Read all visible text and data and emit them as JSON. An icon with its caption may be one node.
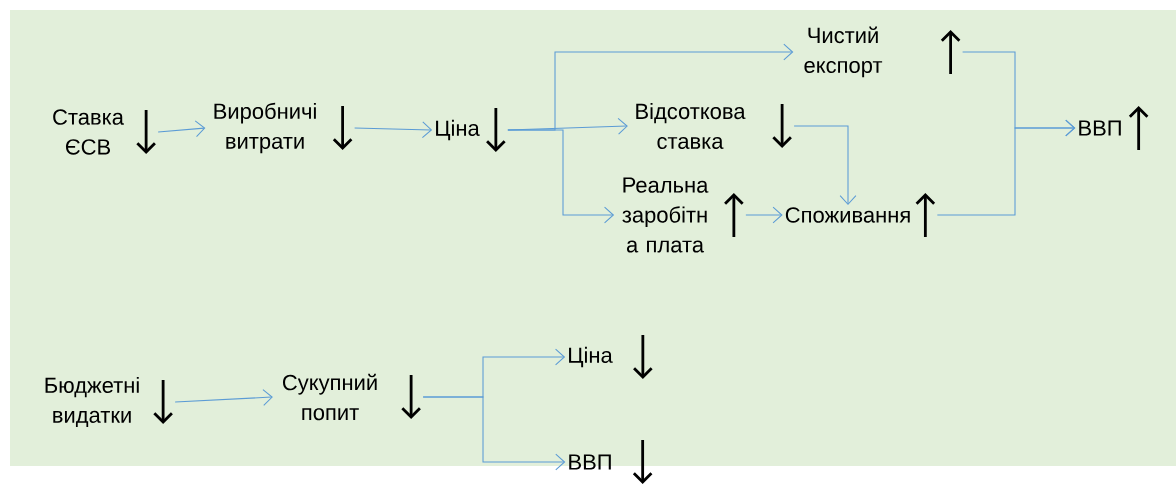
{
  "diagram": {
    "nodes": [
      {
        "text": [
          "Ставка ЄСВ"
        ]
      },
      {
        "text": [
          "Виробничі витрати"
        ]
      },
      {
        "text": [
          "Ціна"
        ]
      },
      {
        "text": [
          "Чистий експорт"
        ]
      },
      {
        "text": [
          "Відсоткова ставка"
        ]
      },
      {
        "text": [
          "Реальна заробітн а плата"
        ]
      },
      {
        "text": [
          "Споживання"
        ]
      },
      {
        "text": [
          "ВВП"
        ]
      },
      {
        "text": [
          "Бюджетні видатки"
        ]
      },
      {
        "text": [
          "Сукупний попит"
        ]
      },
      {
        "text": [
          "Ціна"
        ]
      },
      {
        "text": [
          "ВВП"
        ]
      }
    ],
    "edges": [
      {
        "from": 0,
        "to": 1,
        "arrow": "to"
      },
      {
        "from": 1,
        "to": 2,
        "arrow": "to"
      },
      {
        "from": 2,
        "to": 3,
        "arrow": "to"
      },
      {
        "from": 2,
        "to": 4,
        "arrow": "to"
      },
      {
        "from": 2,
        "to": 5,
        "arrow": "to"
      },
      {
        "from": 4,
        "to": 6,
        "arrow": "to"
      },
      {
        "from": 5,
        "to": 6,
        "arrow": "to"
      },
      {
        "from": 3,
        "to": 7,
        "arrow": "to"
      },
      {
        "from": 6,
        "to": 7,
        "arrow": "to"
      },
      {
        "from": 8,
        "to": 9,
        "arrow": "to"
      },
      {
        "from": 9,
        "to": 10,
        "arrow": "to"
      },
      {
        "from": 9,
        "to": 11,
        "arrow": "to"
      }
    ]
  }
}
